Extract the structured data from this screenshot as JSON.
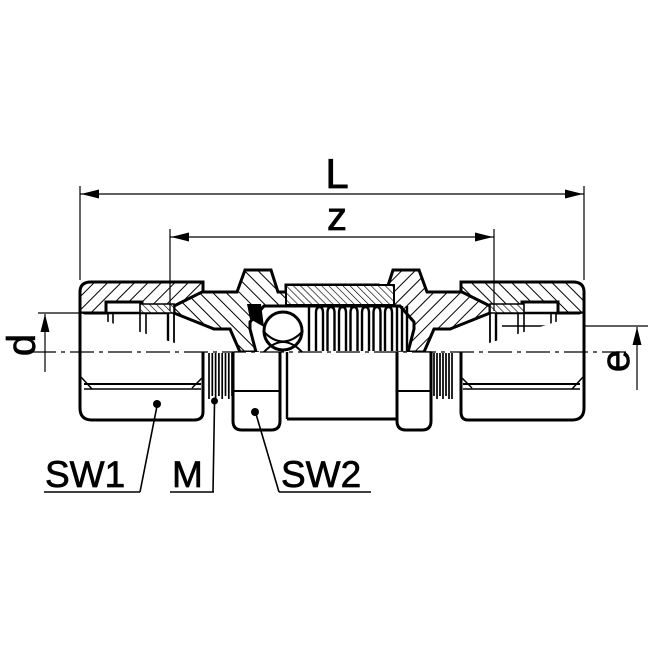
{
  "drawing": {
    "type": "technical-cross-section",
    "description": "Straight tube coupling / check valve fitting, half-section view with dimension callouts",
    "background": "#ffffff",
    "stroke_color": "#000000",
    "labels": {
      "overall_length": "L",
      "inner_length": "z",
      "tube_outer_diameter": "d",
      "tube_inner_diameter": "e",
      "wrench_size_nut": "SW1",
      "thread": "M",
      "wrench_size_body": "SW2"
    }
  }
}
